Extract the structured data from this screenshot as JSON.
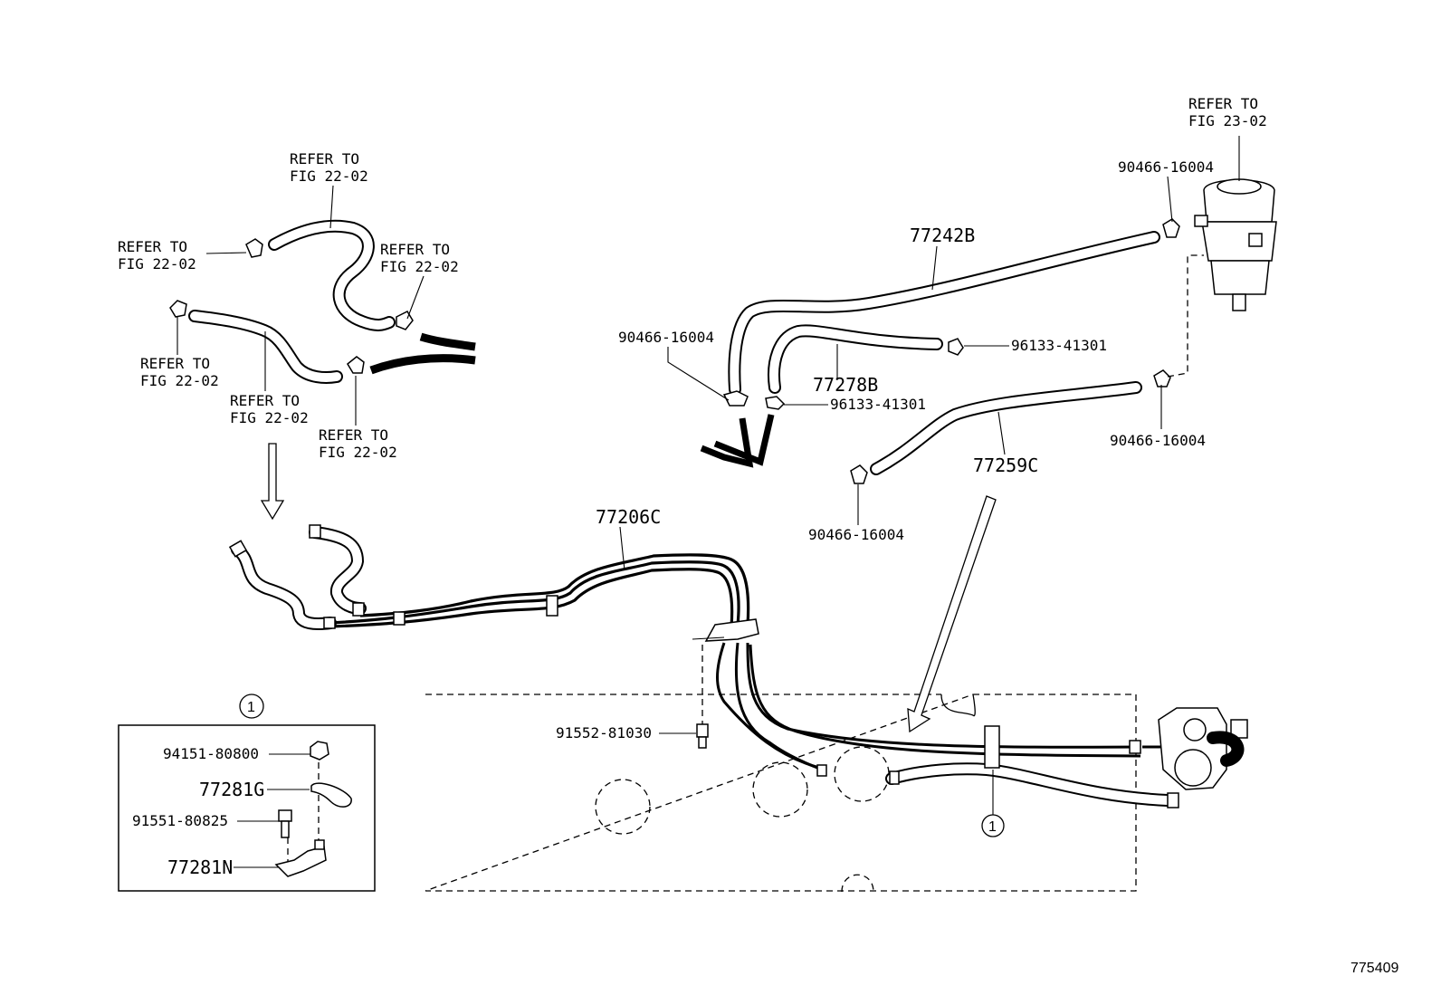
{
  "refer_labels": {
    "fig22_top": [
      "REFER TO",
      "FIG 22-02"
    ],
    "fig22_left": [
      "REFER TO",
      "FIG 22-02"
    ],
    "fig22_right": [
      "REFER TO",
      "FIG 22-02"
    ],
    "fig22_lowleft": [
      "REFER TO",
      "FIG 22-02"
    ],
    "fig22_mid": [
      "REFER TO",
      "FIG 22-02"
    ],
    "fig22_bottom": [
      "REFER TO",
      "FIG 22-02"
    ],
    "fig23": [
      "REFER TO",
      "FIG 23-02"
    ]
  },
  "parts": {
    "p77242B": "77242B",
    "p77278B": "77278B",
    "p77259C": "77259C",
    "p77206C": "77206C",
    "p90466_top": "90466-16004",
    "p90466_left": "90466-16004",
    "p90466_right": "90466-16004",
    "p90466_bottom": "90466-16004",
    "p96133_upper": "96133-41301",
    "p96133_lower": "96133-41301",
    "p91552": "91552-81030",
    "callout_main": "1"
  },
  "detail_box": {
    "callout": "1",
    "p94151": "94151-80800",
    "p77281G": "77281G",
    "p91551": "91551-80825",
    "p77281N": "77281N"
  },
  "illustration_id": "775409"
}
